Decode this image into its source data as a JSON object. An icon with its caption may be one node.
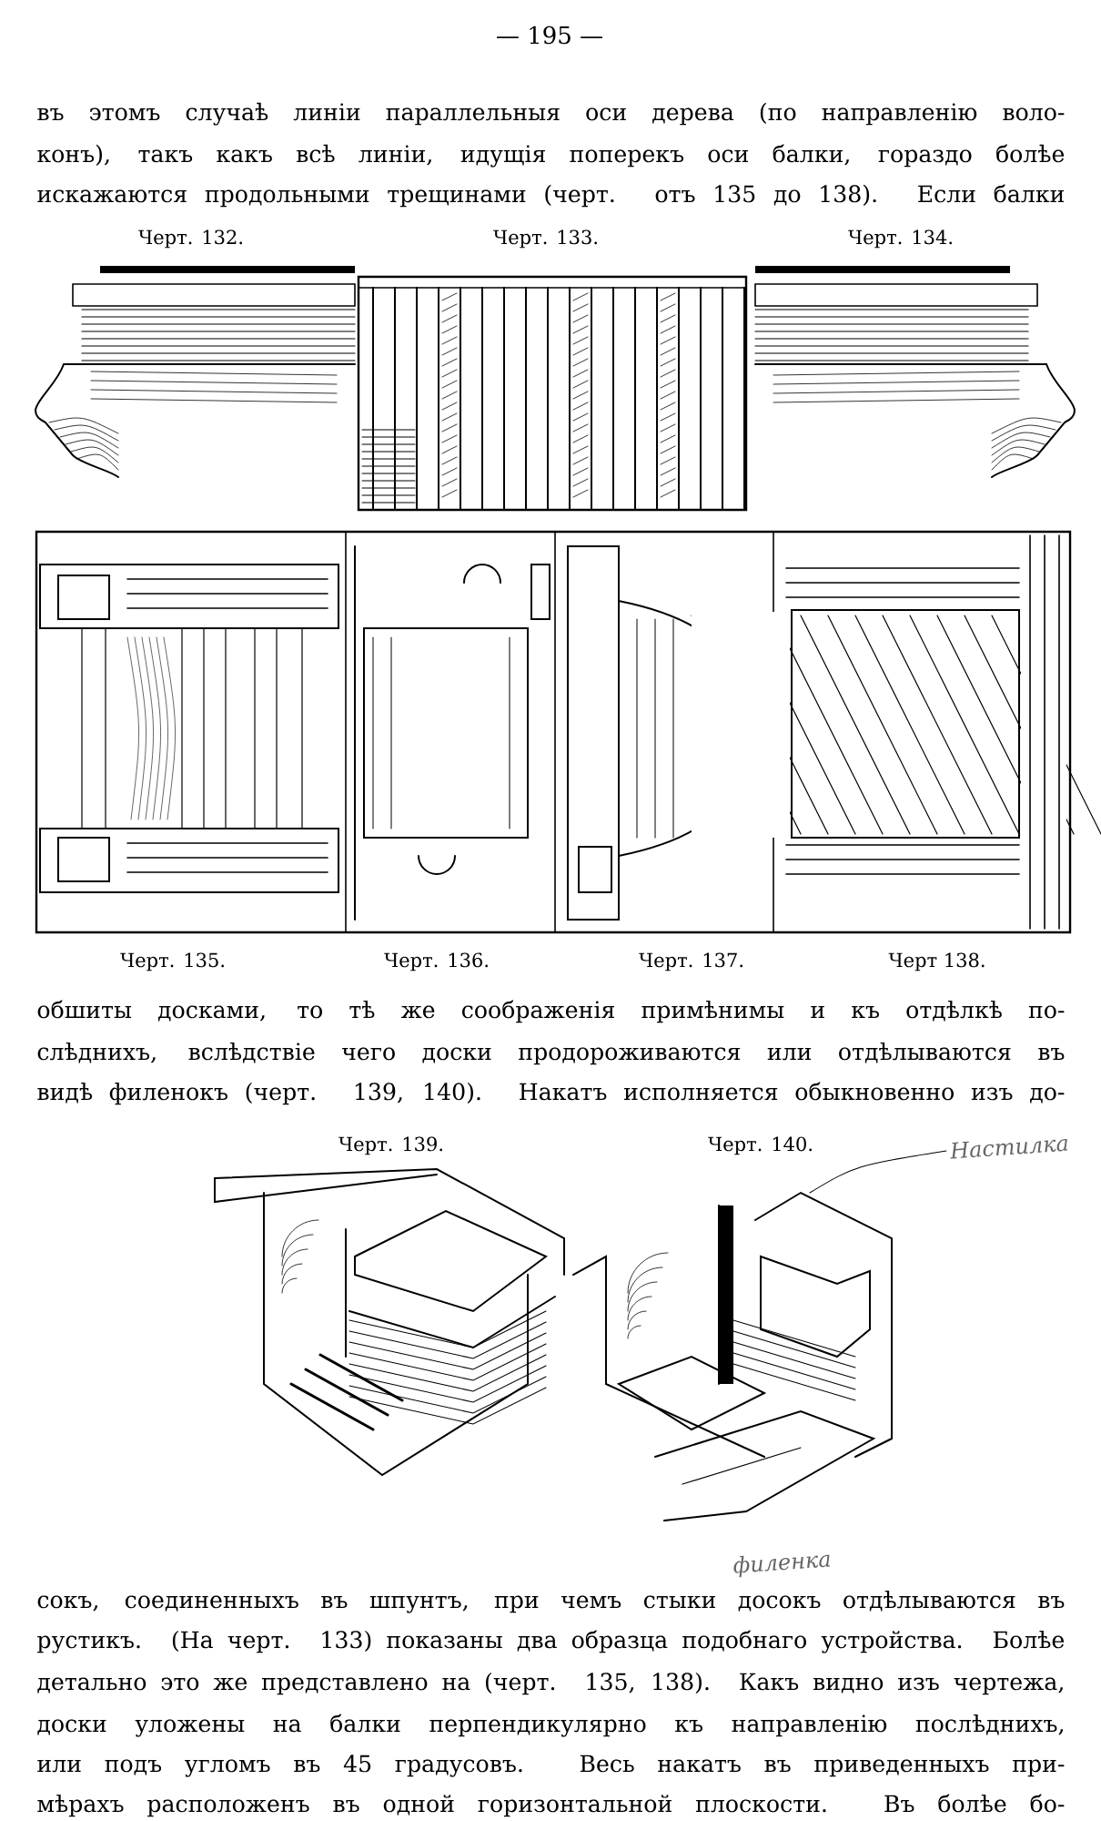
{
  "diagram": {
    "labels": [
      "— 195 —",
      "въ этомъ случаѣ линіи параллельныя оси дерева (по направленію воло-",
      "конъ), такъ какъ всѣ линіи, идущія поперекъ оси балки, гораздо болѣе",
      "искажаются продольными трещинами (черт. отъ 135 до 138). Если балки",
      "Черт. 132.",
      "Черт. 133.",
      "Черт. 134.",
      "Черт. 135.",
      "Черт. 136.",
      "Черт. 137.",
      "Черт 138.",
      "обшиты досками, то тѣ же соображенія примѣнимы и къ отдѣлкѣ по-",
      "слѣднихъ, вслѣдствіе чего доски продороживаются или отдѣлываются въ",
      "видѣ филенокъ (черт. 139, 140). Накатъ исполняется обыкновенно изъ до-",
      "Черт. 139.",
      "Черт. 140.",
      "Настилка",
      "филенка",
      "сокъ, соединенныхъ въ шпунтъ, при чемъ стыки досокъ отдѣлываются въ",
      "рустикъ. (На черт. 133) показаны два образца подобнаго устройства. Болѣе",
      "детально это же представлено на (черт. 135, 138). Какъ видно изъ чертежа,",
      "доски уложены на балки перпендикулярно къ направленію послѣднихъ,",
      "или подъ угломъ въ 45 градусовъ. Весь накатъ въ приведенныхъ при-",
      "мѣрахъ расположенъ въ одной горизонтальной плоскости. Въ болѣе бо-"
    ]
  }
}
